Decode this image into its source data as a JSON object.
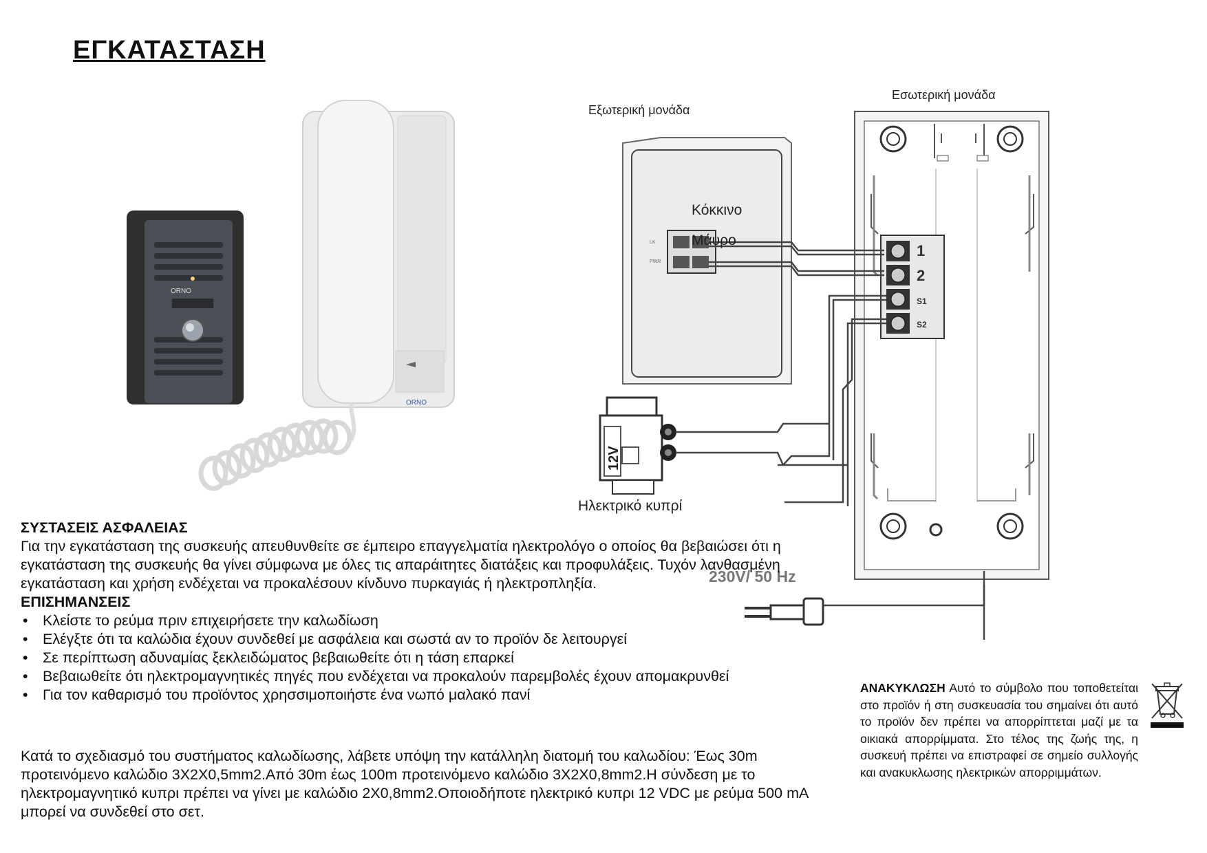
{
  "title": "ΕΓΚΑΤΑΣΤΑΣΗ",
  "diagram": {
    "outdoor_label": "Εξωτερική μονάδα",
    "indoor_label": "Εσωτερική μονάδα",
    "red_wire_label": "Κόκκινο",
    "black_wire_label": "Μάυρο",
    "lock_label": "Ηλεκτρικό κυπρί",
    "lock_voltage": "12V",
    "power_label": "230V/ 50 Hz",
    "terminals": [
      "1",
      "2",
      "S1",
      "S2"
    ],
    "brand": "ORNO"
  },
  "safety": {
    "heading": "ΣΥΣΤΑΣΕΙΣ ΑΣΦΑΛΕΙΑΣ",
    "text": "Για την εγκατάσταση της συσκευής απευθυνθείτε σε έμπειρο επαγγελματία ηλεκτρολόγο ο οποίος θα βεβαιώσει ότι η εγκατάσταση της συσκευής θα γίνει σύμφωνα με όλες τις απαράιτητες διατάξεις και προφυλάξεις. Τυχόν λανθασμένη εγκατάσταση και χρήση ενδέχεται να προκαλέσουν κίνδυνο πυρκαγιάς ή ηλεκτροπληξία.",
    "notes_heading": "ΕΠΙΣΗΜΑΝΣΕΙΣ",
    "notes": [
      "Κλείστε το ρεύμα πριν επιχειρήσετε την καλωδίωση",
      "Ελέγξτε ότι τα καλώδια έχουν συνδεθεί με ασφάλεια και σωστά αν το προϊόν δε λειτουργεί",
      "Σε περίπτωση αδυναμίας ξεκλειδώματος βεβαιωθείτε ότι η τάση επαρκεί",
      "Βεβαιωθείτε ότι ηλεκτρομαγνητικές πηγές που ενδέχεται να προκαλούν παρεμβολές έχουν απομακρυνθεί",
      "Για τον καθαρισμό του προϊόντος χρησσιμοποιήστε ένα νωπό μαλακό πανί"
    ]
  },
  "cable_text": "Κατά το σχεδιασμό του συστήματος καλωδίωσης, λάβετε υπόψη την κατάλληλη διατομή του καλωδίου: Έως 30m προτεινόμενο καλώδιο 3Χ2Χ0,5mm2.Από 30m έως 100m προτεινόμενο καλώδιο 3Χ2Χ0,8mm2.Η σύνδεση με το ηλεκτρομαγνητικό κυπρι πρέπει να γίνει με καλώδιο 2Χ0,8mm2.Οποιοδήποτε ηλεκτρικό κυπρι 12 VDC με ρεύμα 500 mA μπορεί να συνδεθεί στο σετ.",
  "recycling": {
    "heading": "ΑΝΑΚΥΚΛΩΣΗ",
    "text": "Αυτό το σύμβολο που τοποθετείται στο προϊόν ή στη συσκευασία του σημαίνει ότι αυτό το προϊόν δεν πρέπει να απορρίπτεται μαζί με τα οικιακά απορρίμματα. Στο τέλος της ζωής της, η συσκευή πρέπει να επιστραφεί σε σημείο συλλογής και ανακυκλωσης ηλεκτρικών απορριμμάτων."
  }
}
